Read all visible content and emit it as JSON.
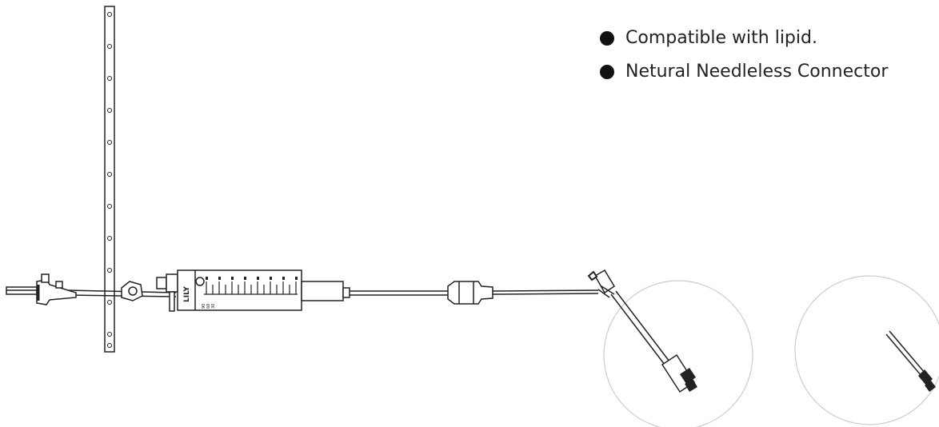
{
  "features": [
    {
      "text": "Compatible with lipid.",
      "icon": "bullet-dot"
    },
    {
      "text": "Netural Needleless Connector",
      "icon": "bullet-dot"
    }
  ],
  "syringe": {
    "label_vertical": "LILY",
    "scale_marks": [
      "90",
      "60",
      "30"
    ]
  },
  "colors": {
    "stroke": "#222222",
    "circle": "#cccccc",
    "background": "#ffffff"
  }
}
